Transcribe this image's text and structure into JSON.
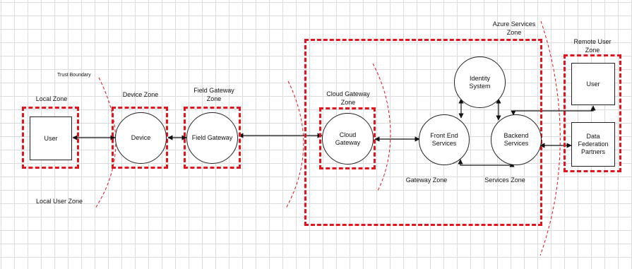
{
  "diagram": {
    "zones": {
      "local_zone": "Local Zone",
      "device_zone": "Device Zone",
      "field_gateway_zone": "Field Gateway\nZone",
      "cloud_gateway_zone": "Cloud Gateway\nZone",
      "azure_services_zone": "Azure Services\nZone",
      "remote_user_zone": "Remote User\nZone",
      "gateway_zone": "Gateway Zone",
      "services_zone": "Services Zone",
      "local_user_zone": "Local User Zone",
      "trust_boundary": "Trust Boundary"
    },
    "nodes": {
      "local_user": "User",
      "device": "Device",
      "field_gateway": "Field Gateway",
      "cloud_gateway": "Cloud\nGateway",
      "front_end_services": "Front End\nServices",
      "identity_system": "Identity\nSystem",
      "backend_services": "Backend\nServices",
      "remote_user": "User",
      "data_federation_partners": "Data\nFederation\nPartners"
    },
    "colors": {
      "zone_border": "#e3141b",
      "boundary_curve": "#e3141b",
      "grid": "#dcdcdc",
      "connector": "#111111"
    }
  }
}
